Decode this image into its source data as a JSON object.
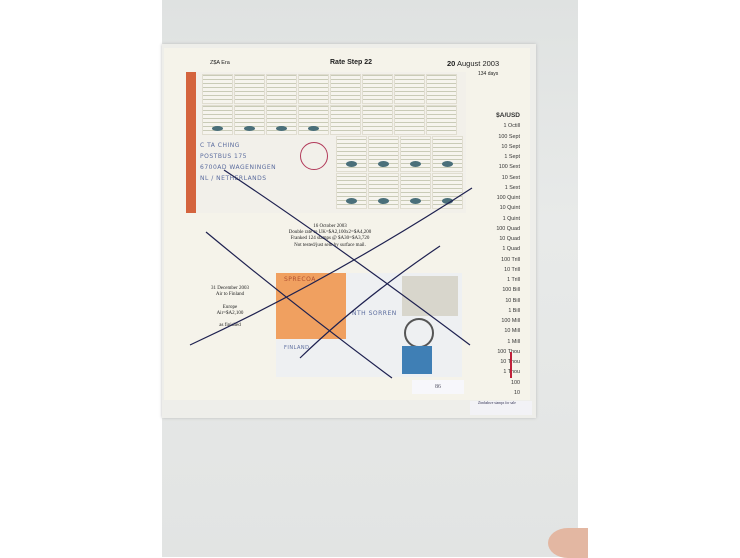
{
  "header": {
    "era": "Z$A Era",
    "title": "Rate Step 22",
    "date_bold": "20",
    "date_rest": " August 2003",
    "days": "134 days"
  },
  "scale": {
    "heading": "$A/USD",
    "items": [
      "1 Octill",
      "100 Sept",
      "10 Sept",
      "1 Sept",
      "100 Sext",
      "10 Sext",
      "1 Sext",
      "100 Quint",
      "10 Quint",
      "1 Quint",
      "100 Quad",
      "10 Quad",
      "1 Quad",
      "100 Trill",
      "10 Trill",
      "1 Trill",
      "100 Bill",
      "10 Bill",
      "1 Bill",
      "100 Mill",
      "10 Mill",
      "1 Mill",
      "100 Thou",
      "10 Thou",
      "1 Thou",
      "100",
      "10"
    ]
  },
  "cover1": {
    "address": [
      "C TA CHING",
      "POSTBUS 175",
      "6700AD WAGENINGEN",
      "NL / NETHERLANDS"
    ],
    "notes": [
      "16 October 2003",
      "Double rate to UK=$A2,100x2=$A4,200",
      "Franked 124 stamps @ $A30=$A3,720",
      "Not tested/just sent by surface mail."
    ]
  },
  "cover2": {
    "notes": [
      "31 December 2003",
      "Air to Finland",
      "",
      "Europe",
      "Air=$A2,100",
      "",
      "as finished"
    ],
    "sticky_text": "SPRECOA",
    "address_text": "NTH SORREN",
    "city_text": "FINLAND"
  },
  "labels": {
    "handwritten": "86",
    "sticker": "Zimbabwe stamps for sale"
  },
  "colors": {
    "cover_border": "#d4643e",
    "sticky_note": "#f0a060",
    "pen_lines": "#1e2150"
  }
}
